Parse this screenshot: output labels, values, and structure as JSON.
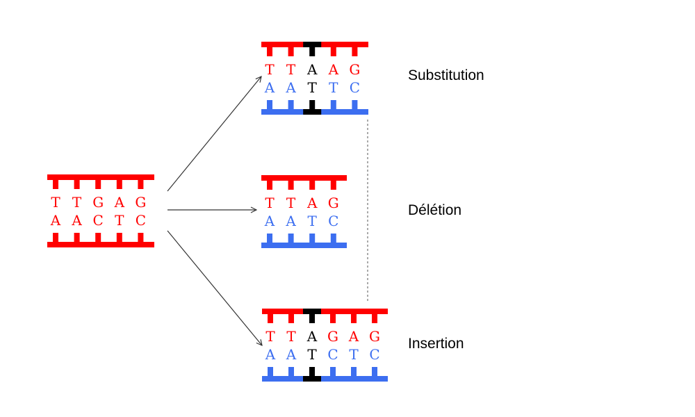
{
  "title": "DNA point mutations",
  "colors": {
    "original": "#ff0000",
    "top_strand": "#ff0000",
    "bottom_strand": "#3c6ef0",
    "mutated": "#000000",
    "arrow": "#333333",
    "dashed_link": "#555555"
  },
  "original": {
    "name": "original-dna",
    "top": [
      "T",
      "T",
      "G",
      "A",
      "G"
    ],
    "bottom": [
      "A",
      "A",
      "C",
      "T",
      "C"
    ],
    "top_color": "original",
    "bottom_color": "original",
    "mutated_index": null
  },
  "mutations": [
    {
      "name": "substitution",
      "label": "Substitution",
      "top": [
        "T",
        "T",
        "A",
        "A",
        "G"
      ],
      "bottom": [
        "A",
        "A",
        "T",
        "T",
        "C"
      ],
      "top_color": "top_strand",
      "bottom_color": "bottom_strand",
      "mutated_index": 2
    },
    {
      "name": "deletion",
      "label": "Délétion",
      "top": [
        "T",
        "T",
        "A",
        "G"
      ],
      "bottom": [
        "A",
        "A",
        "T",
        "C"
      ],
      "top_color": "top_strand",
      "bottom_color": "bottom_strand",
      "mutated_index": null
    },
    {
      "name": "insertion",
      "label": "Insertion",
      "top": [
        "T",
        "T",
        "A",
        "G",
        "A",
        "G"
      ],
      "bottom": [
        "A",
        "A",
        "T",
        "C",
        "T",
        "C"
      ],
      "top_color": "top_strand",
      "bottom_color": "bottom_strand",
      "mutated_index": 2
    }
  ]
}
